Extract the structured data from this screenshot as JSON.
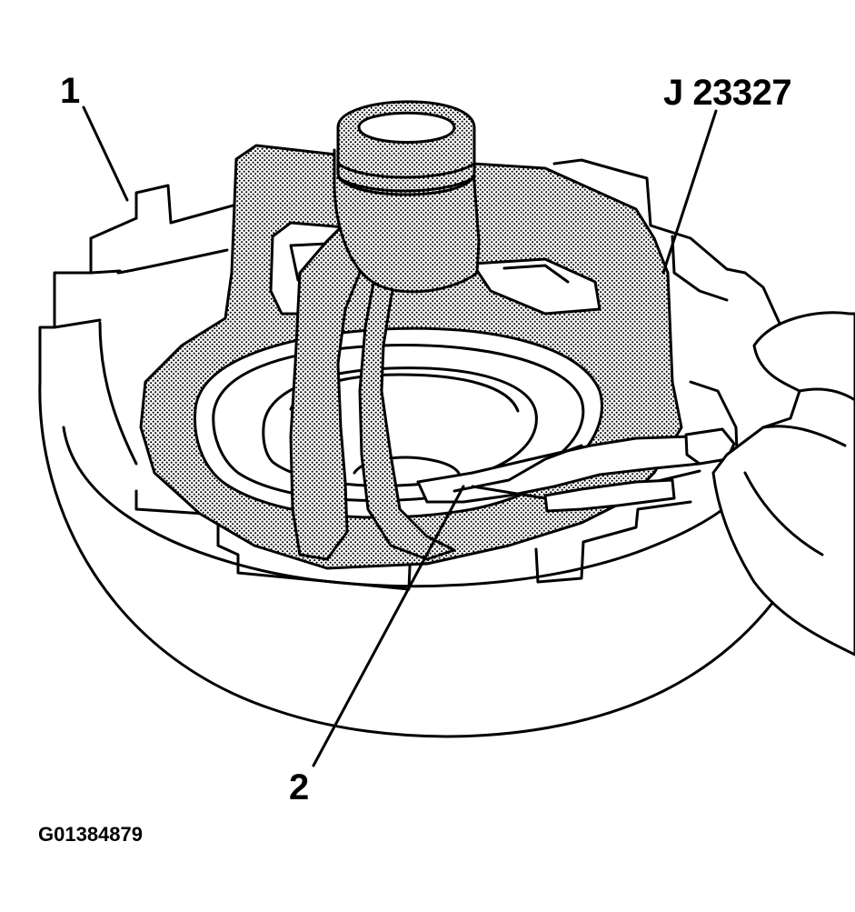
{
  "callouts": {
    "housing": "1",
    "tool": "J 23327",
    "snap_ring": "2"
  },
  "figure_id": "G01384879",
  "colors": {
    "line": "#000000",
    "shade": "#bdbdbd",
    "background": "#ffffff"
  }
}
